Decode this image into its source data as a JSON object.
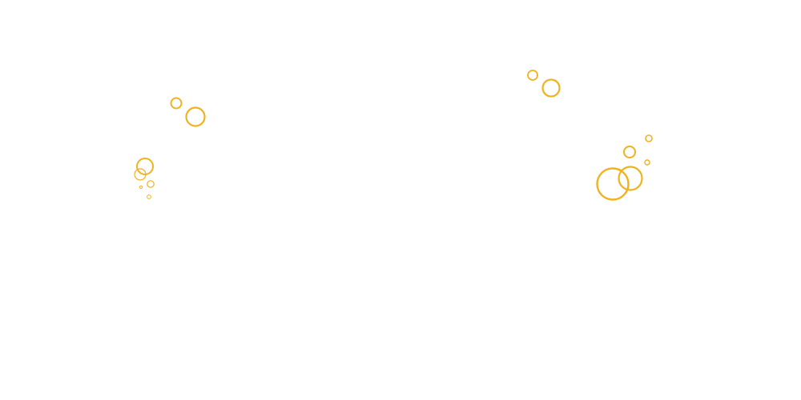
{
  "canvas": {
    "background": "#ffffff"
  },
  "bubbles": {
    "color": "#F0B21E",
    "groups": [
      {
        "name": "bubble-cluster-upper-left",
        "count": 2
      },
      {
        "name": "bubble-cluster-left",
        "count": 5
      },
      {
        "name": "bubble-cluster-upper-right",
        "count": 2
      },
      {
        "name": "bubble-cluster-right",
        "count": 5
      }
    ]
  }
}
